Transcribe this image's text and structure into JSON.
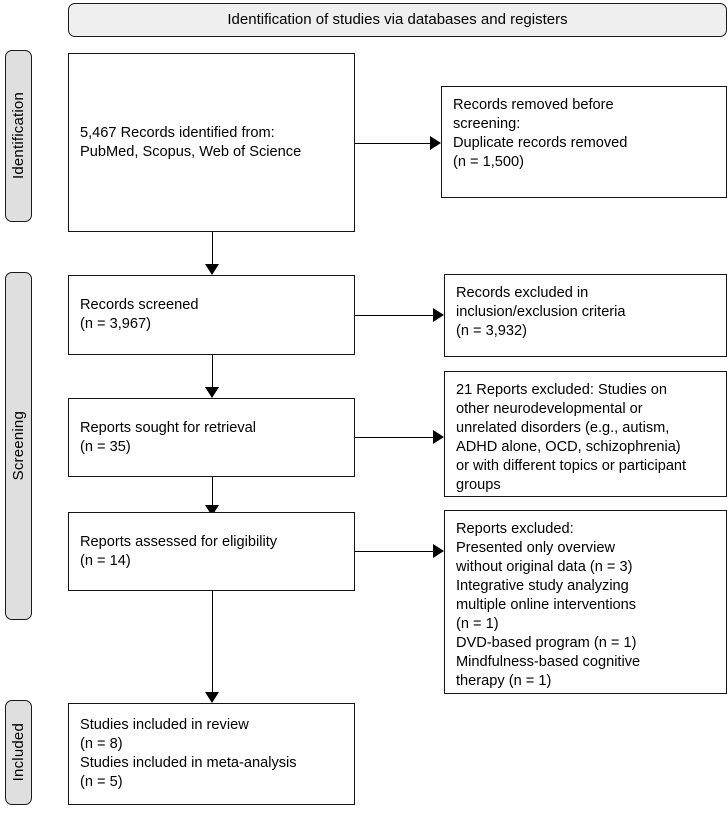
{
  "diagram": {
    "type": "prisma-flow-diagram",
    "banner": {
      "label": "Identification of studies via databases and registers"
    },
    "stages": [
      {
        "key": "identification",
        "label": "Identification"
      },
      {
        "key": "screening",
        "label": "Screening"
      },
      {
        "key": "included",
        "label": "Included"
      }
    ],
    "nodes": {
      "records_identified": {
        "text": "5,467 Records identified from:\nPubMed, Scopus, Web of Science"
      },
      "records_removed": {
        "text": "Records removed before\nscreening:\n   Duplicate records removed\n   (n = 1,500)"
      },
      "records_screened": {
        "text": "Records screened\n(n = 3,967)"
      },
      "records_excluded": {
        "text": "Records excluded in\ninclusion/exclusion criteria\n(n = 3,932)"
      },
      "reports_sought": {
        "text": "Reports sought for retrieval\n(n = 35)"
      },
      "reports_excluded_sought": {
        "text": "21 Reports excluded: Studies on\nother neurodevelopmental or\nunrelated disorders (e.g., autism,\nADHD alone, OCD, schizophrenia)\nor with different topics or participant\ngroups"
      },
      "reports_assessed": {
        "text": "Reports assessed for eligibility\n(n = 14)"
      },
      "reports_excluded_eligibility": {
        "text": "Reports excluded:\n   Presented only overview\n   without original data (n = 3)\n   Integrative study analyzing\n   multiple online interventions\n   (n = 1)\n   DVD-based program (n = 1)\n   Mindfulness-based cognitive\n   therapy (n = 1)"
      },
      "studies_included": {
        "text": "Studies included in review\n(n = 8)\nStudies included in meta-analysis\n(n = 5)"
      }
    },
    "colors": {
      "stage_pill_fill": "#dfdfdf",
      "banner_fill": "#efefef",
      "node_fill": "#ffffff",
      "stroke": "#141414",
      "text": "#000000"
    }
  }
}
